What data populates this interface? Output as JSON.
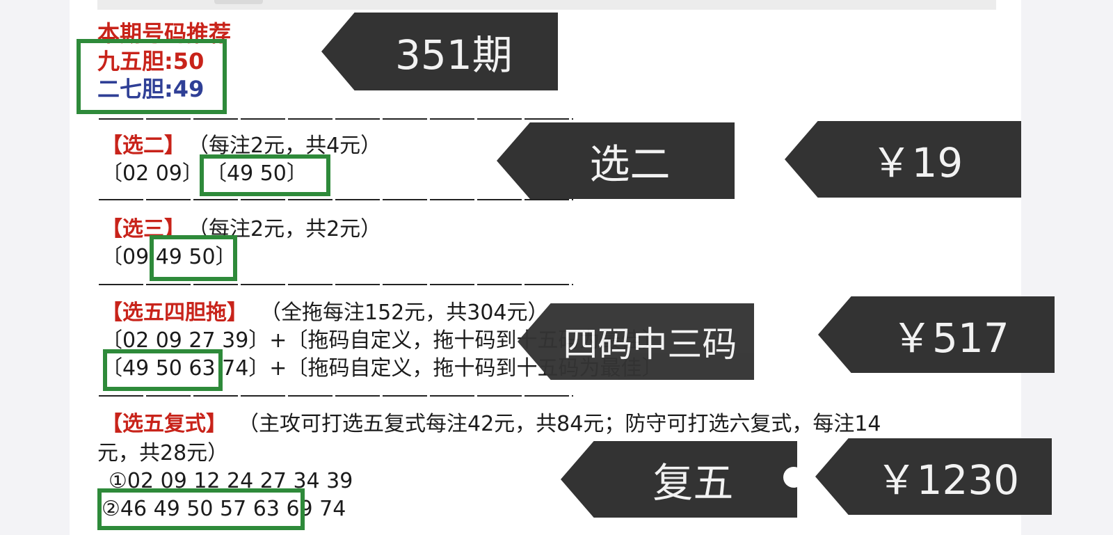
{
  "header": {
    "title": "本期号码推荐",
    "dan1": "九五胆:50",
    "dan2": "二七胆:49"
  },
  "sections": {
    "xuan2": {
      "title": "【选二】",
      "note": "（每注2元，共4元）",
      "line1_a": "〔02 09〕",
      "line1_b": "〔49 50〕"
    },
    "xuan3": {
      "title": "【选三】",
      "note": "（每注2元，共2元）",
      "line1": "〔09 49 50〕"
    },
    "xuan5_dan": {
      "title": "【选五四胆拖】",
      "note": "（全拖每注152元，共304元）",
      "line1": "〔02 09 27 39〕+〔拖码自定义，拖十码到十五码为最佳〕",
      "line2": "〔49 50 63 74〕+〔拖码自定义，拖十码到十五码为最佳〕"
    },
    "xuan5_fu": {
      "title": "【选五复式】",
      "note": "（主攻可打选五复式每注42元，共84元；防守可打选六复式，每注14",
      "note2": "元，共28元）",
      "line1": "①02 09 12 24 27 34 39",
      "line2": "②46 49 50 57 63 69 74"
    }
  },
  "tags": {
    "issue": "351期",
    "xuan2": "选二",
    "xuan2_prize": "￥19",
    "sima": "四码中三码",
    "sima_prize": "￥517",
    "fuwu": "复五",
    "fuwu_prize": "￥1230"
  },
  "colors": {
    "red": "#c8231a",
    "blue": "#2f3f96",
    "highlight_green": "#2e8a3a",
    "tag_bg": "#333333"
  }
}
